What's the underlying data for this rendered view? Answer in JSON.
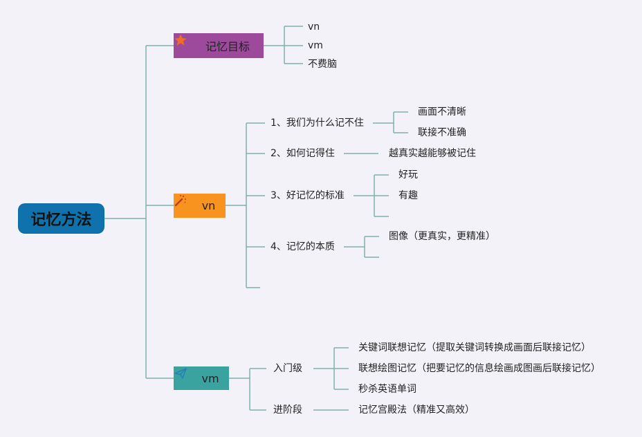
{
  "root": {
    "label": "记忆方法"
  },
  "branches": [
    {
      "label": "记忆目标",
      "icon": "star-icon",
      "color": "#9d4a9c",
      "children": [
        "vn",
        "vm",
        "不费脑"
      ]
    },
    {
      "label": "vn",
      "icon": "magic-wand-icon",
      "color": "#f7931e",
      "children": [
        {
          "label": "1、我们为什么记不住",
          "children": [
            "画面不清晰",
            "联接不准确"
          ]
        },
        {
          "label": "2、如何记得住",
          "children": [
            "越真实越能够被记住"
          ]
        },
        {
          "label": "3、好记忆的标准",
          "children": [
            "好玩",
            "有趣"
          ]
        },
        {
          "label": "4、记忆的本质",
          "children": [
            "图像（更真实，更精准）"
          ]
        }
      ]
    },
    {
      "label": "vm",
      "icon": "paper-plane-icon",
      "color": "#3aa3a0",
      "children": [
        {
          "label": "入门级",
          "children": [
            "关键词联想记忆（提取关键词转换成画面后联接记忆）",
            "联想绘图记忆（把要记忆的信息绘画成图画后联接记忆）",
            "秒杀英语单词"
          ]
        },
        {
          "label": "进阶段",
          "children": [
            "记忆宫殿法（精准又高效）"
          ]
        }
      ]
    }
  ]
}
